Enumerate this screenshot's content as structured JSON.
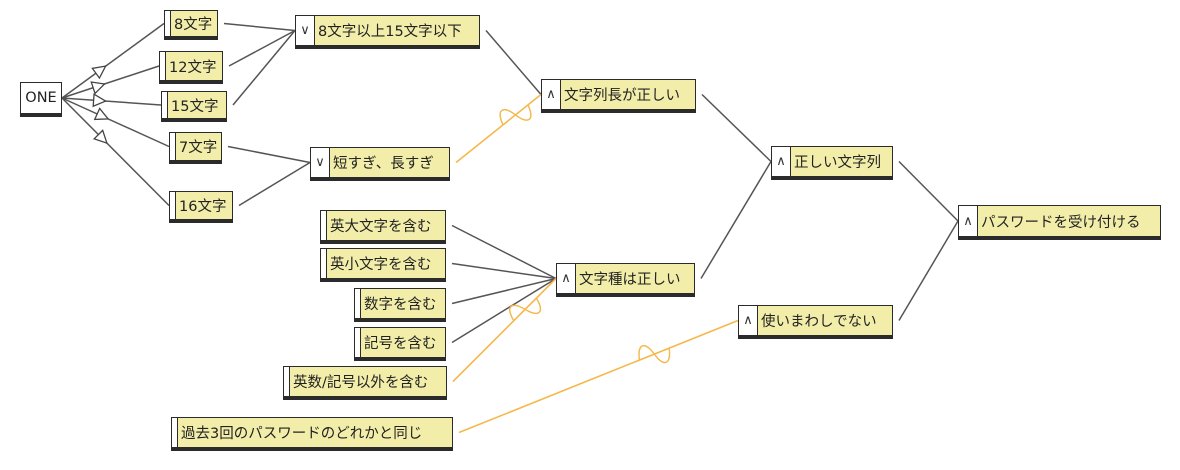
{
  "diagram": {
    "colors": {
      "node_fill": "#f2eeaa",
      "edge": "#555555",
      "negated_edge": "#f5b84a"
    },
    "constraint": {
      "label": "ONE",
      "members": [
        "n8",
        "n12",
        "n15",
        "n7",
        "n16"
      ]
    },
    "nodes": [
      {
        "id": "n8",
        "label": "8文字",
        "op": ""
      },
      {
        "id": "n12",
        "label": "12文字",
        "op": ""
      },
      {
        "id": "n15",
        "label": "15文字",
        "op": ""
      },
      {
        "id": "n7",
        "label": "7文字",
        "op": ""
      },
      {
        "id": "n16",
        "label": "16文字",
        "op": ""
      },
      {
        "id": "or1",
        "label": "8文字以上15文字以下",
        "op": "∨"
      },
      {
        "id": "or2",
        "label": "短すぎ、長すぎ",
        "op": "∨"
      },
      {
        "id": "and_len",
        "label": "文字列長が正しい",
        "op": "∧"
      },
      {
        "id": "upper",
        "label": "英大文字を含む",
        "op": ""
      },
      {
        "id": "lower",
        "label": "英小文字を含む",
        "op": ""
      },
      {
        "id": "digit",
        "label": "数字を含む",
        "op": ""
      },
      {
        "id": "sym",
        "label": "記号を含む",
        "op": ""
      },
      {
        "id": "other",
        "label": "英数/記号以外を含む",
        "op": ""
      },
      {
        "id": "and_type",
        "label": "文字種は正しい",
        "op": "∧"
      },
      {
        "id": "and_str",
        "label": "正しい文字列",
        "op": "∧"
      },
      {
        "id": "past",
        "label": "過去3回のパスワードのどれかと同じ",
        "op": ""
      },
      {
        "id": "and_reuse",
        "label": "使いまわしでない",
        "op": "∧"
      },
      {
        "id": "accept",
        "label": "パスワードを受け付ける",
        "op": "∧"
      }
    ],
    "edges": [
      {
        "from": "n8",
        "to": "or1",
        "negated": false
      },
      {
        "from": "n12",
        "to": "or1",
        "negated": false
      },
      {
        "from": "n15",
        "to": "or1",
        "negated": false
      },
      {
        "from": "n7",
        "to": "or2",
        "negated": false
      },
      {
        "from": "n16",
        "to": "or2",
        "negated": false
      },
      {
        "from": "or1",
        "to": "and_len",
        "negated": false
      },
      {
        "from": "or2",
        "to": "and_len",
        "negated": true
      },
      {
        "from": "upper",
        "to": "and_type",
        "negated": false
      },
      {
        "from": "lower",
        "to": "and_type",
        "negated": false
      },
      {
        "from": "digit",
        "to": "and_type",
        "negated": false
      },
      {
        "from": "sym",
        "to": "and_type",
        "negated": false
      },
      {
        "from": "other",
        "to": "and_type",
        "negated": true
      },
      {
        "from": "and_len",
        "to": "and_str",
        "negated": false
      },
      {
        "from": "and_type",
        "to": "and_str",
        "negated": false
      },
      {
        "from": "past",
        "to": "and_reuse",
        "negated": true
      },
      {
        "from": "and_str",
        "to": "accept",
        "negated": false
      },
      {
        "from": "and_reuse",
        "to": "accept",
        "negated": false
      }
    ]
  }
}
